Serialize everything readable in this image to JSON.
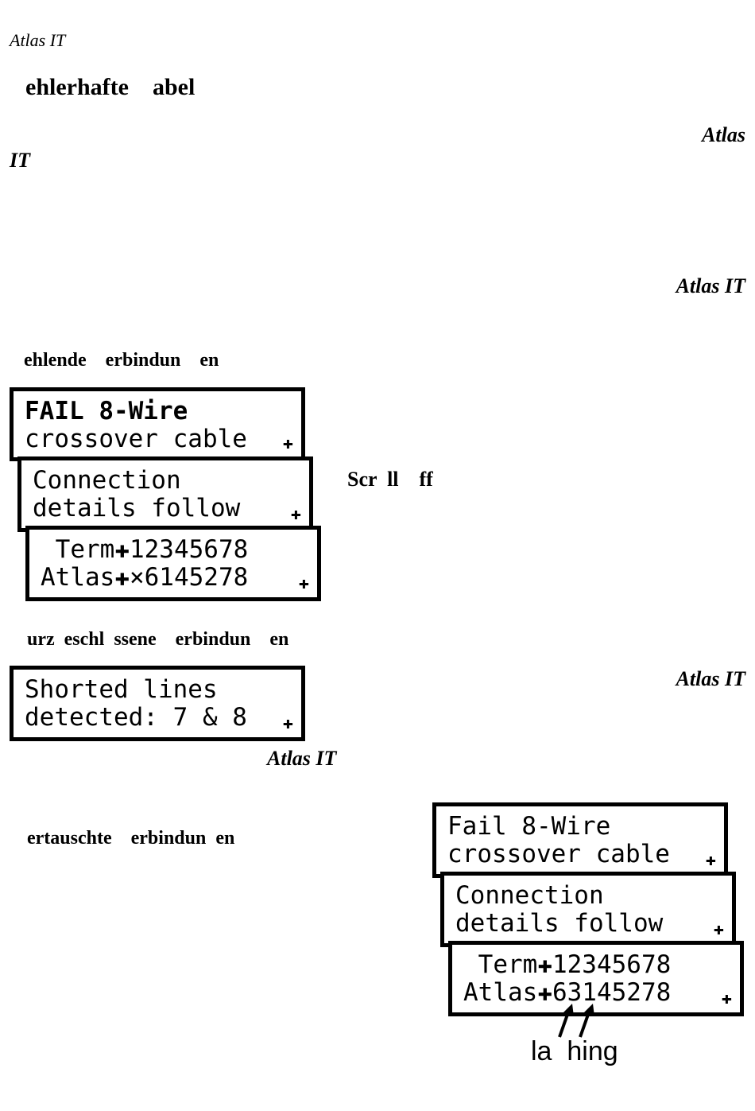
{
  "header": {
    "brand": "Atlas IT"
  },
  "title": "ehlerhafte    abel",
  "page_marks": [
    "Atlas",
    "IT",
    "Atlas IT",
    "Atlas IT",
    "Atlas IT"
  ],
  "sections": {
    "missing": "ehlende    erbindun    en",
    "shorted": "urz  eschl  ssene    erbindun    en",
    "swapped": "ertauschte    erbindun  en"
  },
  "scroll_label": "Scr  ll    ff",
  "flashing_label": "la  hing",
  "lcd_missing": [
    {
      "line1": "FAIL 8-Wire",
      "line2": "crossover cable"
    },
    {
      "line1": "Connection",
      "line2": "details follow"
    },
    {
      "line1": " Term✚12345678",
      "line2": "Atlas✚×6145278"
    }
  ],
  "lcd_shorted": {
    "line1": "Shorted lines",
    "line2": "detected: 7 & 8"
  },
  "lcd_swapped": [
    {
      "line1": "Fail 8-Wire",
      "line2": "crossover cable"
    },
    {
      "line1": "Connection",
      "line2": "details follow"
    },
    {
      "line1": " Term✚12345678",
      "line2": "Atlas✚63145278"
    }
  ],
  "icons": {
    "scroll_arrow": "down-arrow-icon",
    "pointer": "pointer-arrow-icon"
  }
}
